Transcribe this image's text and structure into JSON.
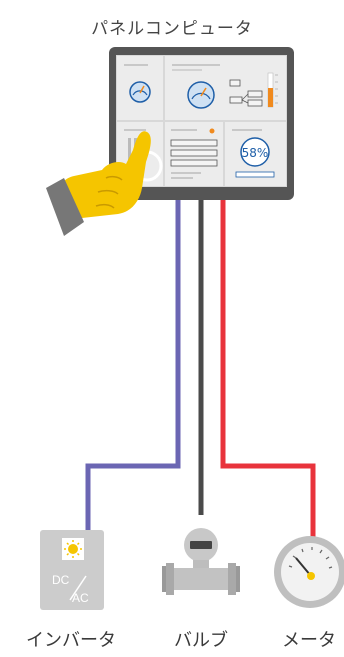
{
  "title": "パネルコンピュータ",
  "screen": {
    "percent_readout": "58%"
  },
  "devices": [
    {
      "label": "インバータ",
      "icon": "inverter-icon",
      "badge": "DC/AC"
    },
    {
      "label": "バルブ",
      "icon": "valve-icon"
    },
    {
      "label": "メータ",
      "icon": "gauge-meter-icon"
    }
  ],
  "colors": {
    "monitor_frame": "#555555",
    "screen_bg": "#e4e4e4",
    "accent_orange": "#f08a1e",
    "accent_blue": "#1f5fa8",
    "wire_inverter": "#6b66b3",
    "wire_valve": "#4a4a4a",
    "wire_meter": "#e8333c",
    "hand_yellow": "#f5c500",
    "hand_cuff": "#777777"
  }
}
